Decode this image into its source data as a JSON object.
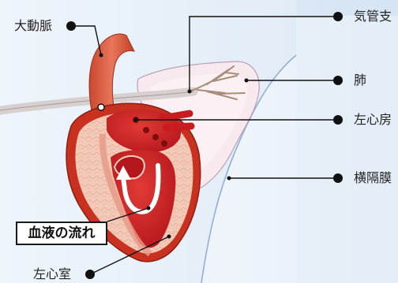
{
  "labels": {
    "aorta": "大動脈",
    "trachea": "気管支",
    "lung": "肺",
    "left_atrium": "左心房",
    "diaphragm": "横隔膜",
    "blood_flow": "血液の流れ",
    "left_ventricle": "左心室"
  },
  "colors": {
    "background_left": "#e7f1fa",
    "background_right": "#d8e6f5",
    "heart_red": "#c8181e",
    "aorta": "#d75a3e",
    "muscle_tissue": "#f2c3b1",
    "leader_line": "#111111"
  }
}
